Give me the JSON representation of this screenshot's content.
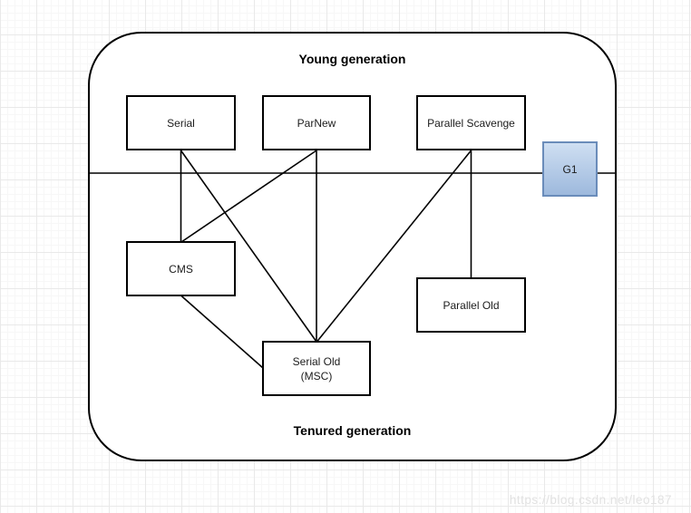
{
  "labels": {
    "young": "Young generation",
    "tenured": "Tenured generation"
  },
  "nodes": {
    "serial": {
      "label": "Serial"
    },
    "parnew": {
      "label": "ParNew"
    },
    "parallel_scavenge": {
      "label": "Parallel Scavenge"
    },
    "g1": {
      "label": "G1"
    },
    "cms": {
      "label": "CMS"
    },
    "parallel_old": {
      "label": "Parallel Old"
    },
    "serial_old": {
      "label": "Serial Old",
      "sublabel": "(MSC)"
    }
  },
  "edges": [
    {
      "from": "Serial",
      "to": "CMS"
    },
    {
      "from": "Serial",
      "to": "Serial Old (MSC)"
    },
    {
      "from": "ParNew",
      "to": "CMS"
    },
    {
      "from": "ParNew",
      "to": "Serial Old (MSC)"
    },
    {
      "from": "Parallel Scavenge",
      "to": "Serial Old (MSC)"
    },
    {
      "from": "Parallel Scavenge",
      "to": "Parallel Old"
    },
    {
      "from": "CMS",
      "to": "Serial Old (MSC)"
    }
  ],
  "watermark": {
    "text": "https://blog.csdn.net/leo187"
  },
  "colors": {
    "line": "#000000",
    "node_border": "#000000",
    "node_fill": "#ffffff",
    "g1_fill_top": "#cfdff2",
    "g1_fill_bottom": "#9db9dd",
    "g1_border": "#6a8cba",
    "watermark": "#e2e2e2",
    "grid_major": "#e9e9e9",
    "grid_minor": "#f7f7f7"
  }
}
